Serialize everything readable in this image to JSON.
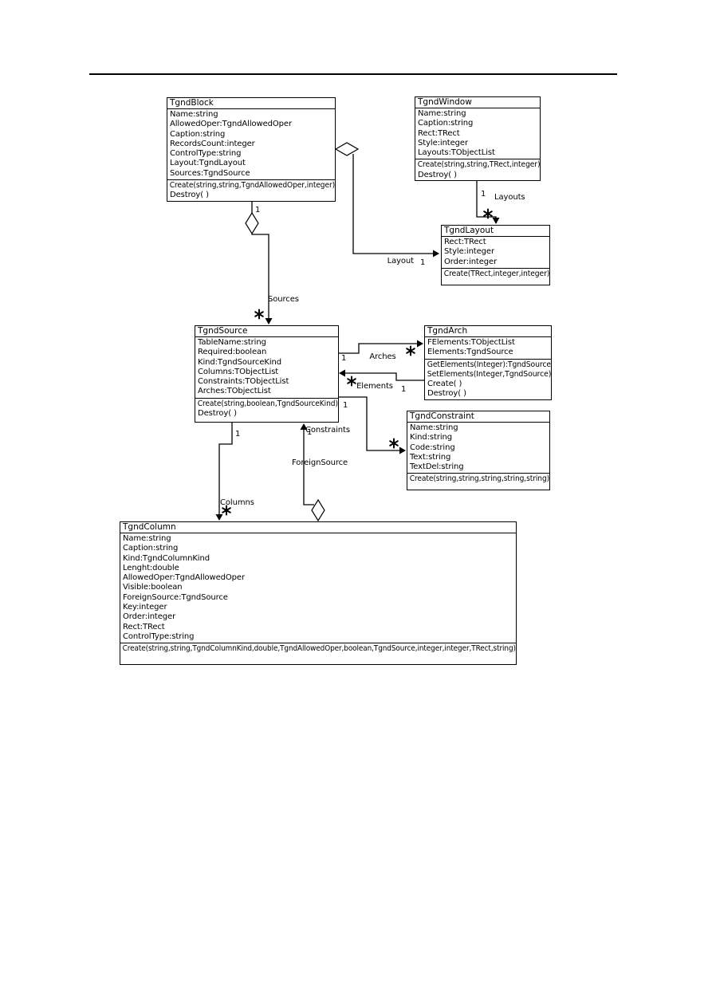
{
  "page": {
    "background": "#ffffff",
    "line_color": "#000000"
  },
  "diagram": {
    "classes": [
      {
        "id": "TgndBlock",
        "name": "TgndBlock",
        "attributes": [
          "Name:string",
          "AllowedOper:TgndAllowedOper",
          "Caption:string",
          "RecordsCount:integer",
          "ControlType:string",
          "Layout:TgndLayout",
          "Sources:TgndSource"
        ],
        "methods": [
          "Create(string,string,TgndAllowedOper,integer)",
          "Destroy( )"
        ]
      },
      {
        "id": "TgndWindow",
        "name": "TgndWindow",
        "attributes": [
          "Name:string",
          "Caption:string",
          "Rect:TRect",
          "Style:integer",
          "Layouts:TObjectList"
        ],
        "methods": [
          "Create(string,string,TRect,integer)",
          "Destroy( )"
        ]
      },
      {
        "id": "TgndLayout",
        "name": "TgndLayout",
        "attributes": [
          "Rect:TRect",
          "Style:integer",
          "Order:integer"
        ],
        "methods": [
          "Create(TRect,integer,integer)"
        ]
      },
      {
        "id": "TgndSource",
        "name": "TgndSource",
        "attributes": [
          "TableName:string",
          "Required:boolean",
          "Kind:TgndSourceKind",
          "Columns:TObjectList",
          "Constraints:TObjectList",
          "Arches:TObjectList"
        ],
        "methods": [
          "Create(string,boolean,TgndSourceKind)",
          "Destroy( )"
        ]
      },
      {
        "id": "TgndArch",
        "name": "TgndArch",
        "attributes": [
          "FElements:TObjectList",
          "Elements:TgndSource"
        ],
        "methods": [
          "GetElements(Integer):TgndSource",
          "SetElements(Integer,TgndSource)",
          "Create( )",
          "Destroy( )"
        ]
      },
      {
        "id": "TgndConstraint",
        "name": "TgndConstraint",
        "attributes": [
          "Name:string",
          "Kind:string",
          "Code:string",
          "Text:string",
          "TextDel:string"
        ],
        "methods": [
          "Create(string,string,string,string,string)"
        ]
      },
      {
        "id": "TgndColumn",
        "name": "TgndColumn",
        "attributes": [
          "Name:string",
          "Caption:string",
          "Kind:TgndColumnKind",
          "Lenght:double",
          "AllowedOper:TgndAllowedOper",
          "Visible:boolean",
          "ForeignSource:TgndSource",
          "Key:integer",
          "Order:integer",
          "Rect:TRect",
          "ControlType:string"
        ],
        "methods": [
          "Create(string,string,TgndColumnKind,double,TgndAllowedOper,boolean,TgndSource,integer,integer,TRect,string)"
        ]
      }
    ],
    "edges": [
      {
        "id": "window-layouts",
        "from": "TgndWindow",
        "to": "TgndLayout",
        "label": "Layouts",
        "from_mult": "1",
        "to_mult": "*",
        "aggregation": ""
      },
      {
        "id": "block-layout",
        "from": "TgndBlock",
        "to": "TgndLayout",
        "label": "Layout",
        "from_mult": "",
        "to_mult": "1",
        "aggregation": "from"
      },
      {
        "id": "block-sources",
        "from": "TgndBlock",
        "to": "TgndSource",
        "label": "Sources",
        "from_mult": "1",
        "to_mult": "*",
        "aggregation": "from"
      },
      {
        "id": "source-arches",
        "from": "TgndSource",
        "to": "TgndArch",
        "label": "Arches",
        "from_mult": "1",
        "to_mult": "*",
        "aggregation": ""
      },
      {
        "id": "arch-elements",
        "from": "TgndArch",
        "to": "TgndSource",
        "label": "Elements",
        "from_mult": "1",
        "to_mult": "*",
        "aggregation": ""
      },
      {
        "id": "source-constraints",
        "from": "TgndSource",
        "to": "TgndConstraint",
        "label": "Constraints",
        "from_mult": "1",
        "to_mult": "*",
        "aggregation": ""
      },
      {
        "id": "source-columns",
        "from": "TgndSource",
        "to": "TgndColumn",
        "label": "Columns",
        "from_mult": "1",
        "to_mult": "*",
        "aggregation": ""
      },
      {
        "id": "column-foreignsource",
        "from": "TgndColumn",
        "to": "TgndSource",
        "label": "ForeignSource",
        "from_mult": "",
        "to_mult": "1",
        "aggregation": "from"
      }
    ]
  }
}
